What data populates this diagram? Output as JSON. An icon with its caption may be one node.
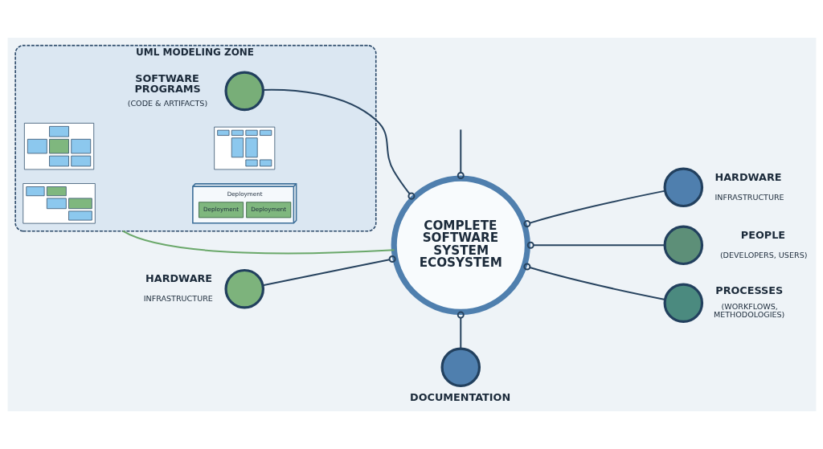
{
  "diagram": {
    "nodes": [
      {
        "text": [
          "UML MODELING ZONE"
        ]
      },
      {
        "text": [],
        "shape": "circle",
        "in": 0,
        "beside": [
          "SOFTWARE PROGRAMS",
          "(CODE & ARTIFACTS)"
        ]
      },
      {
        "text": [],
        "shape": "picture",
        "in": 0
      },
      {
        "text": [],
        "shape": "picture",
        "in": 0
      },
      {
        "text": [],
        "shape": "picture",
        "in": 0
      },
      {
        "text": [
          "Deployment",
          "Deployment",
          "Deployment"
        ],
        "in": 0
      },
      {
        "text": [],
        "shape": "circle",
        "beside": [
          "HARDWARE",
          "INFRASTRUCTURE"
        ]
      },
      {
        "text": [
          "COMPLETE SOFTWARE SYSTEM ECOSYSTEM"
        ]
      },
      {
        "text": [],
        "shape": "circle",
        "beside": [
          "PEOPLE",
          "(DEVELOPERS, USERS)"
        ]
      },
      {
        "text": [],
        "shape": "circle",
        "beside": [
          "HARDWARE",
          "INFRASTRUCTURE"
        ]
      },
      {
        "text": [],
        "shape": "circle",
        "beside": [
          "PROCESSES",
          "(WORKFLOWS, METHODOLOGIES)"
        ]
      },
      {
        "text": [],
        "shape": "circle",
        "beside": [
          "DOCUMENTATION"
        ]
      }
    ],
    "edges": [
      {
        "from": null,
        "to": 7,
        "arrow": "other"
      },
      {
        "from": 1,
        "to": 7,
        "arrow": "other"
      },
      {
        "from": 7,
        "to": 6,
        "arrow": "other"
      },
      {
        "from": 0,
        "to": 7,
        "arrow": "none",
        "color": "#6aa86a"
      },
      {
        "from": 7,
        "to": 8,
        "arrow": "other"
      },
      {
        "from": 9,
        "to": 7,
        "arrow": "other"
      },
      {
        "from": 7,
        "to": 10,
        "arrow": "other"
      },
      {
        "from": 7,
        "to": 11,
        "arrow": "other"
      }
    ]
  }
}
